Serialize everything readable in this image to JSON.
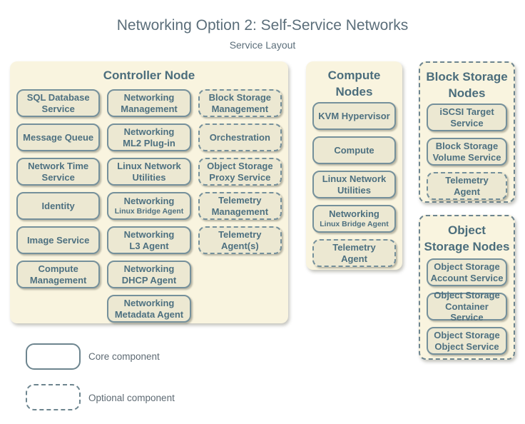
{
  "header": {
    "title": "Networking Option 2: Self-Service Networks",
    "subtitle": "Service Layout"
  },
  "controller": {
    "title": "Controller Node",
    "col1": [
      "SQL Database\nService",
      "Message Queue",
      "Network Time\nService",
      "Identity",
      "Image Service",
      "Compute\nManagement"
    ],
    "col2": [
      "Networking\nManagement",
      "Networking\nML2 Plug-in",
      "Linux Network\nUtilities",
      {
        "main": "Networking",
        "sub": "Linux Bridge Agent"
      },
      "Networking\nL3 Agent",
      "Networking\nDHCP Agent",
      "Networking\nMetadata Agent"
    ],
    "col3": [
      "Block Storage\nManagement",
      "Orchestration",
      "Object Storage\nProxy Service",
      "Telemetry\nManagement",
      "Telemetry\nAgent(s)"
    ]
  },
  "compute": {
    "title": "Compute\nNodes",
    "items": [
      "KVM Hypervisor",
      "Compute",
      "Linux Network\nUtilities",
      {
        "main": "Networking",
        "sub": "Linux Bridge Agent"
      },
      "Telemetry\nAgent"
    ]
  },
  "block_storage": {
    "title": "Block Storage\nNodes",
    "items": [
      "iSCSI Target\nService",
      "Block Storage\nVolume Service",
      "Telemetry\nAgent"
    ]
  },
  "object_storage": {
    "title": "Object\nStorage Nodes",
    "items": [
      "Object Storage\nAccount Service",
      "Object Storage\nContainer Service",
      "Object Storage\nObject Service"
    ]
  },
  "legend": {
    "core_label": "Core component",
    "optional_label": "Optional component"
  },
  "colors": {
    "node_fill": "#f9f4df",
    "component_fill": "#ece8d2",
    "component_border": "#75909b",
    "dashed_border": "#6d858f",
    "component_text": "#4d7080",
    "heading_text": "#4b6d7c",
    "title_text": "#5b6e7a",
    "legend_text": "#5e6a73"
  }
}
